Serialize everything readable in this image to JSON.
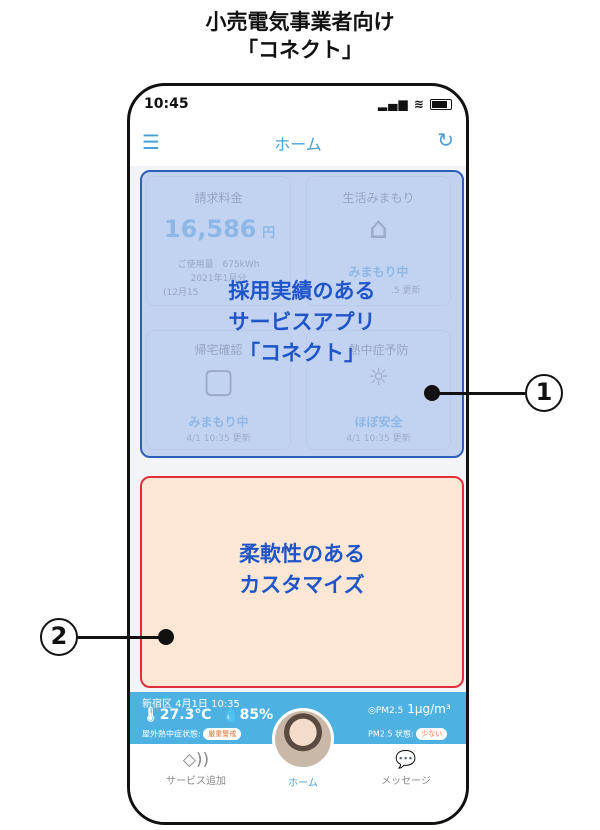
{
  "title_line1": "小売電気事業者向け",
  "title_line2": "「コネクト」",
  "status": {
    "time": "10:45"
  },
  "nav": {
    "title": "ホーム"
  },
  "cards": {
    "bill": {
      "label": "請求料金",
      "amount": "16,586",
      "unit": "円",
      "usage": "ご使用量　675kWh",
      "month": "2021年1月分",
      "period": "(12月15"
    },
    "watch": {
      "label": "生活みまもり",
      "status": "みまもり中",
      "time": ".5 更新"
    },
    "home": {
      "label": "帰宅確認",
      "status": "みまもり中",
      "time": "4/1 10:35 更新"
    },
    "heat": {
      "label": "熱中症予防",
      "status": "ほぼ安全",
      "time": "4/1 10:35 更新"
    }
  },
  "overlay1": {
    "line1": "採用実績のある",
    "line2": "サービスアプリ",
    "line3": "「コネクト」"
  },
  "overlay2": {
    "line1": "柔軟性のある",
    "line2": "カスタマイズ"
  },
  "weather": {
    "location": "新宿区 4月1日 10:35",
    "temp": "27.3℃",
    "humidity": "85%",
    "heat_label": "屋外熱中症状態:",
    "heat_badge": "厳重警戒",
    "pm_label": "PM2.5",
    "pm_value": "1μg/m³",
    "pm_state_label": "PM2.5 状態:",
    "pm_badge": "少ない"
  },
  "tabs": {
    "add": "サービス追加",
    "home": "ホーム",
    "message": "メッセージ"
  },
  "callouts": {
    "one": "1",
    "two": "2"
  }
}
